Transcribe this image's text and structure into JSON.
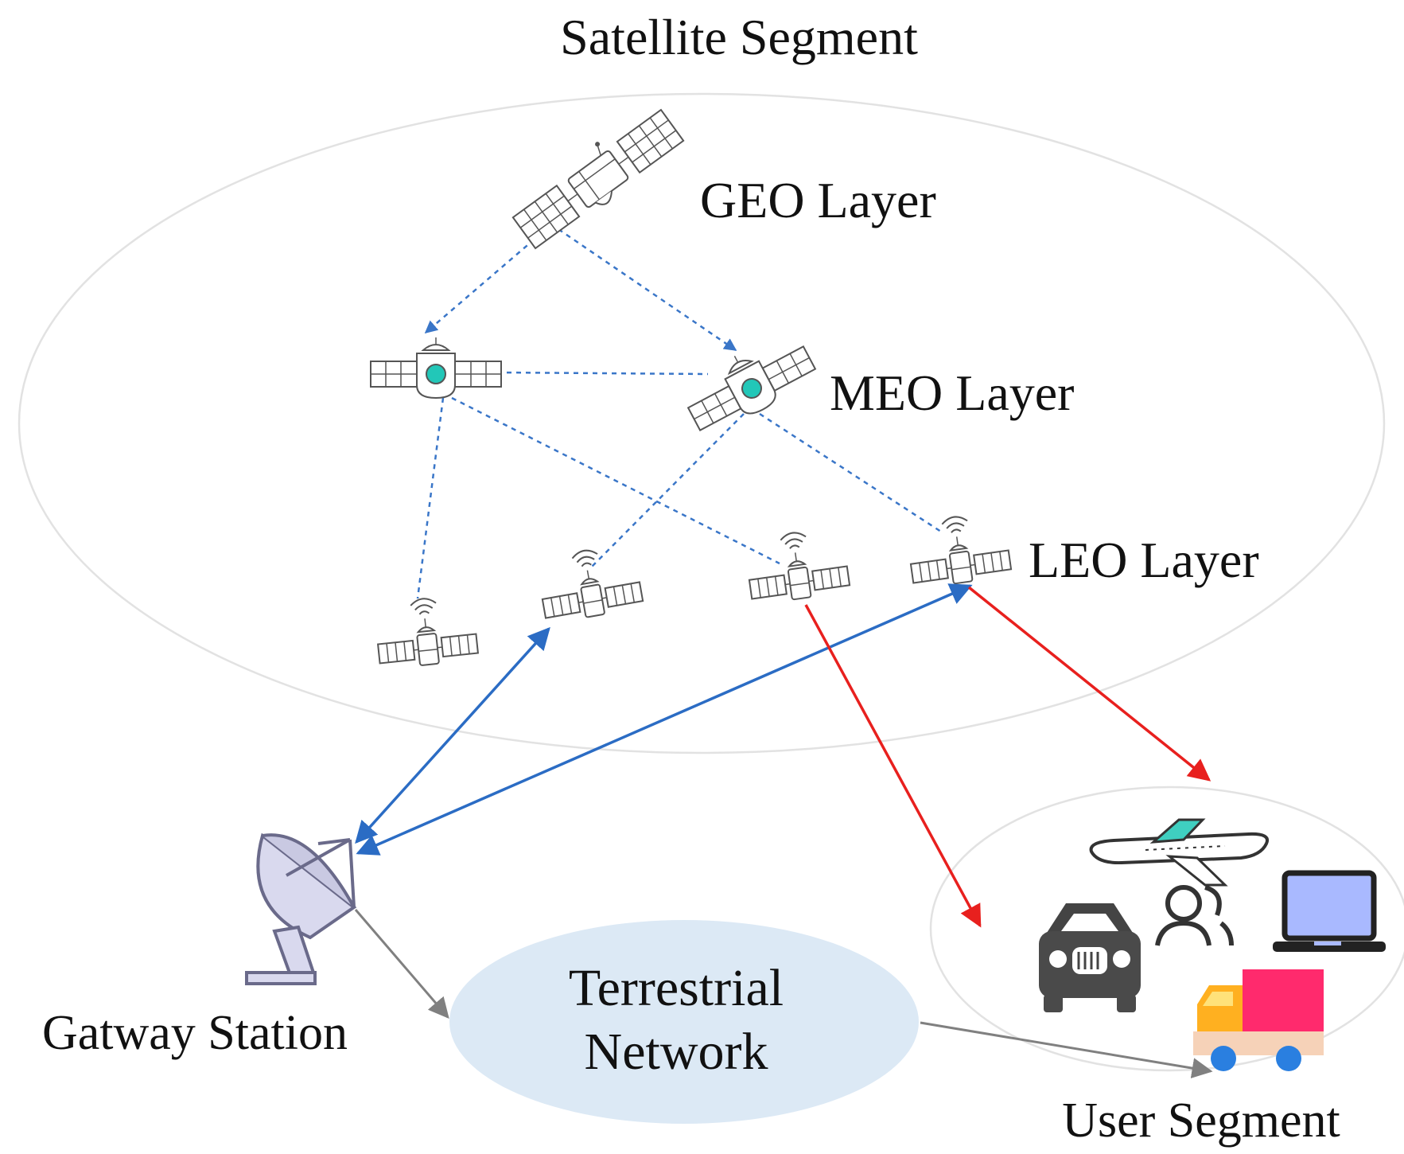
{
  "labels": {
    "satellite_segment": "Satellite Segment",
    "geo_layer": "GEO Layer",
    "meo_layer": "MEO Layer",
    "leo_layer": "LEO Layer",
    "gateway_station": "Gatway Station",
    "terrestrial_line1": "Terrestrial",
    "terrestrial_line2": "Network",
    "user_segment": "User Segment"
  },
  "colors": {
    "dashed_link": "#3a76c8",
    "gateway_link": "#2b6cc4",
    "downlink": "#e8201e",
    "terrestrial_link": "#808080",
    "ellipse_outline": "#e2e2e2",
    "terrestrial_fill": "#dce9f5",
    "meo_core": "#22c7b8",
    "laptop_screen": "#a9b9ff",
    "truck_cargo": "#ff2a6d",
    "truck_cab": "#ffb020",
    "plane_wing": "#3fcfc0",
    "dish_fill": "#d9d9ee"
  },
  "icons": [
    "geo-satellite-icon",
    "meo-satellite-icon",
    "leo-satellite-icon",
    "gateway-dish-icon",
    "airplane-icon",
    "users-icon",
    "laptop-icon",
    "car-icon",
    "truck-icon"
  ]
}
